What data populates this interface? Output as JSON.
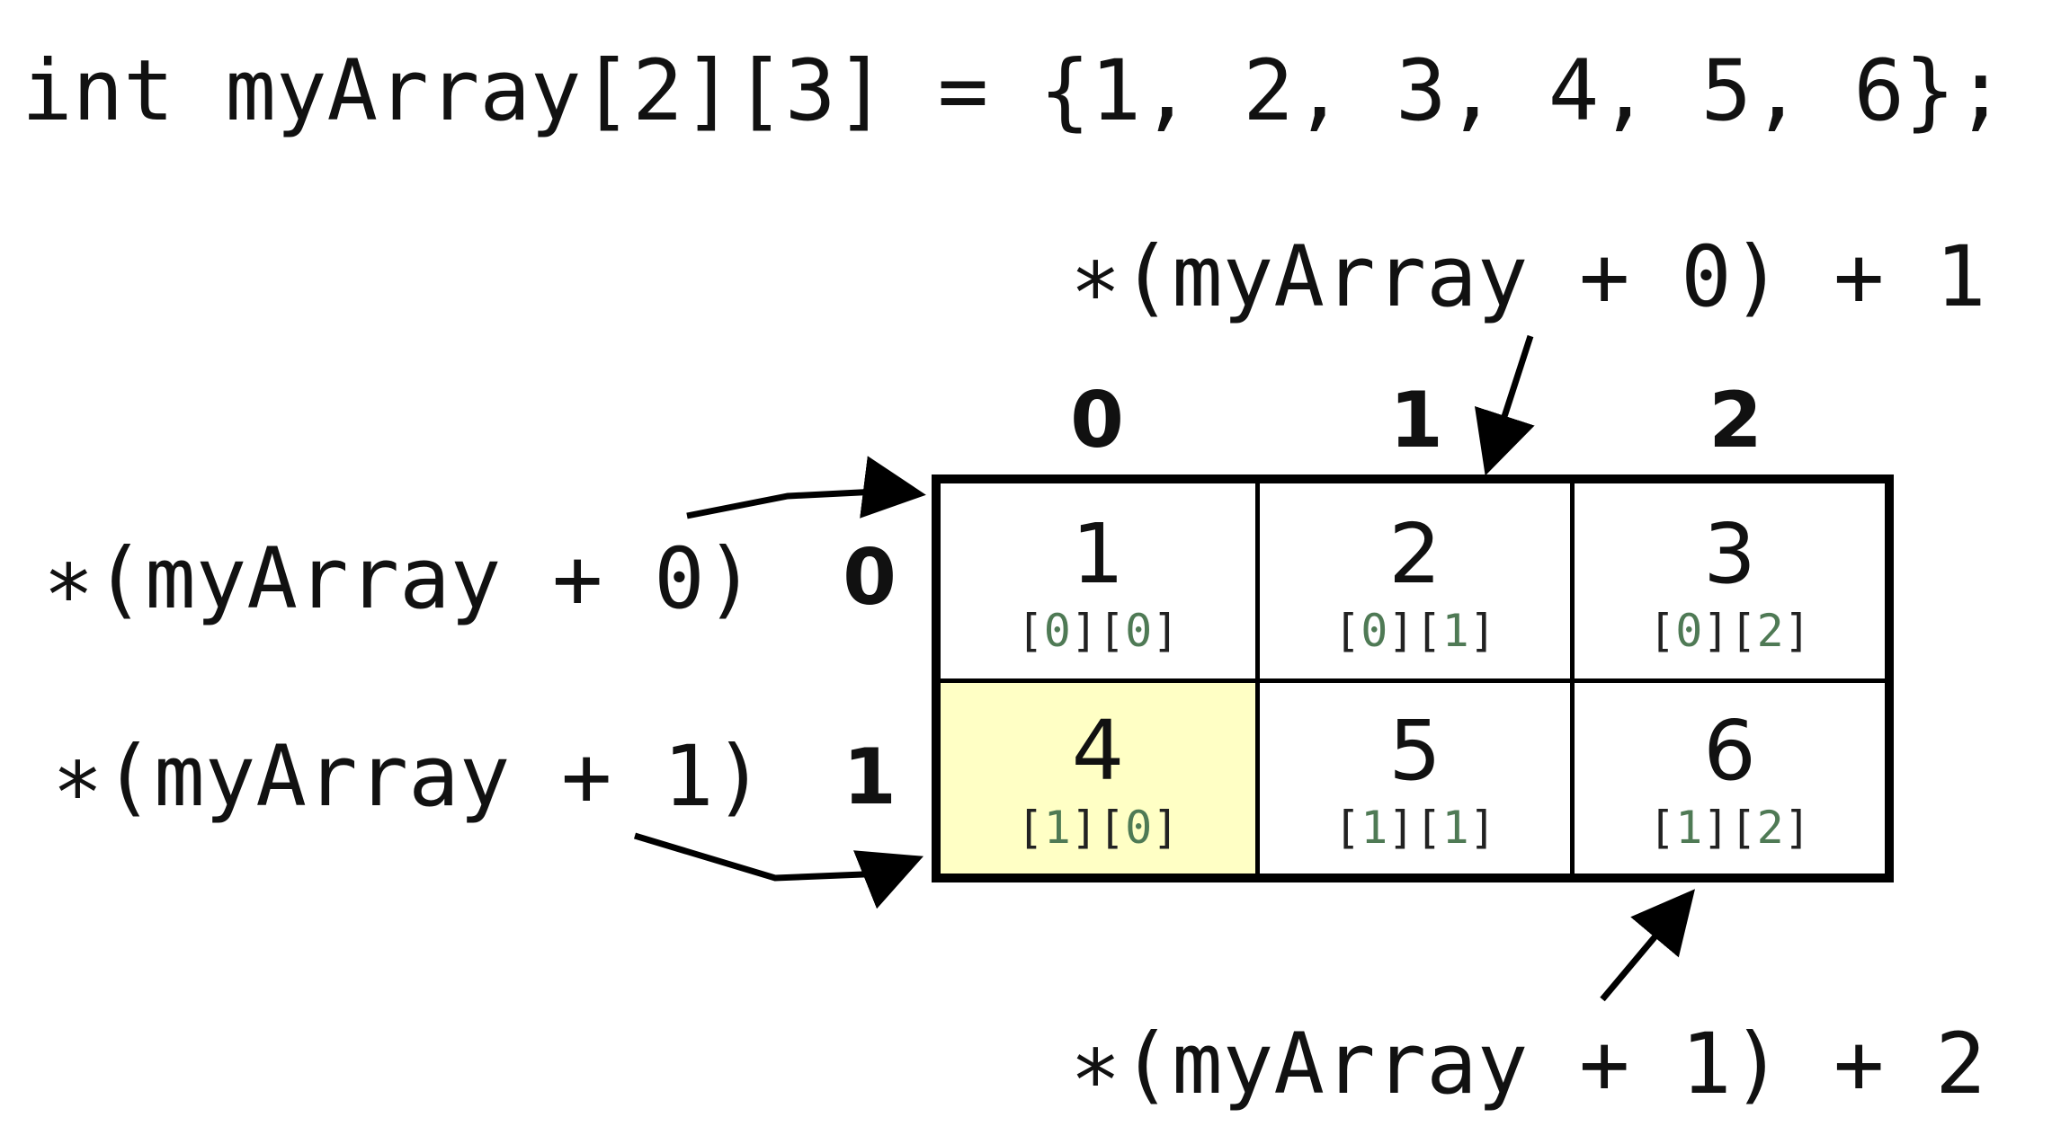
{
  "declaration": "int myArray[2][3] = {1, 2, 3, 4, 5, 6};",
  "labels": {
    "top_pointer": "∗(myArray + 0) + 1",
    "bottom_pointer": "∗(myArray + 1) + 2",
    "row0_pointer": "∗(myArray + 0)",
    "row1_pointer": "∗(myArray + 1)"
  },
  "column_indices": [
    "0",
    "1",
    "2"
  ],
  "row_indices": [
    "0",
    "1"
  ],
  "cells": [
    [
      {
        "value": "1",
        "i": "0",
        "j": "0"
      },
      {
        "value": "2",
        "i": "0",
        "j": "1"
      },
      {
        "value": "3",
        "i": "0",
        "j": "2"
      }
    ],
    [
      {
        "value": "4",
        "i": "1",
        "j": "0"
      },
      {
        "value": "5",
        "i": "1",
        "j": "1"
      },
      {
        "value": "6",
        "i": "1",
        "j": "2"
      }
    ]
  ],
  "colors": {
    "highlight": "#ffffc5",
    "index_number": "#4f7a55"
  }
}
